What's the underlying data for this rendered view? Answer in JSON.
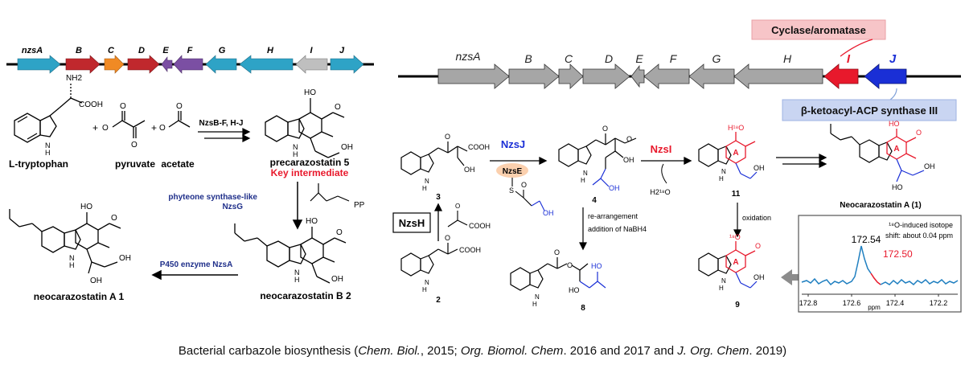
{
  "left": {
    "genes": [
      "nzsA",
      "B",
      "C",
      "D",
      "E",
      "F",
      "G",
      "H",
      "I",
      "J"
    ],
    "tryptophan_label": "L-tryptophan",
    "pyruvate_label": "pyruvate",
    "acetate_label": "acetate",
    "nh2": "NH2",
    "cooh": "COOH",
    "plus": "+",
    "step1_enzymes": "NzsB-F, H-J",
    "precarazostatin_label": "precarazostatin 5",
    "key_intermediate": "Key intermediate",
    "step2_line1": "phyteone synthase-like",
    "step2_line2": "NzsG",
    "pp": "PP",
    "neo_b_label": "neocarazostatin B 2",
    "step3_enzyme": "P450 enzyme NzsA",
    "neo_a_label": "neocarazostatin A 1",
    "ho": "HO",
    "oh": "OH",
    "nh": "N",
    "h": "H"
  },
  "right": {
    "genes": [
      "nzsA",
      "B",
      "C",
      "D",
      "E",
      "F",
      "G",
      "H",
      "I",
      "J"
    ],
    "cyclase_label": "Cyclase/aromatase",
    "ks3_label": "β-ketoacyl-ACP synthase III",
    "nzsj": "NzsJ",
    "nzse": "NzsE",
    "nzsi": "NzsI",
    "nzsh": "NzsH",
    "cmpd3": "3",
    "cmpd4": "4",
    "cmpd11": "11",
    "cmpd2": "2",
    "cmpd8": "8",
    "cmpd9": "9",
    "rearr_line1": "re-arrangement",
    "rearr_line2": "addition of NaBH4",
    "oxidation": "oxidation",
    "h2o18": "H2¹⁸O",
    "neo_a": "Neocarazostatin A (1)",
    "ring_a": "A",
    "o18_ho": "H¹⁸O",
    "o18": "¹⁸O",
    "cooh": "COOH",
    "oh": "OH",
    "ho": "HO",
    "s": "S",
    "nmr": {
      "note_line1": "¹⁸O-induced isotope",
      "note_line2": "shift: about 0.04 ppm",
      "peak1": "172.54",
      "peak2": "172.50",
      "ticks": [
        "172.8",
        "172.6",
        "172.4",
        "172.2"
      ],
      "unit": "ppm"
    },
    "colors": {
      "red": "#e8192c",
      "blue": "#1a2fd6",
      "gray_arrow": "#a6a6a6",
      "pink_box": "#f7c5c8",
      "lavender_box": "#c9d5f2"
    }
  },
  "caption": {
    "t1": "Bacterial carbazole biosynthesis (",
    "i1": "Chem. Biol.",
    "t2": ", 2015; ",
    "i2": "Org. Biomol. Chem",
    "t3": ". 2016 and 2017 and ",
    "i3": "J. Org. Chem",
    "t4": ". 2019)"
  }
}
